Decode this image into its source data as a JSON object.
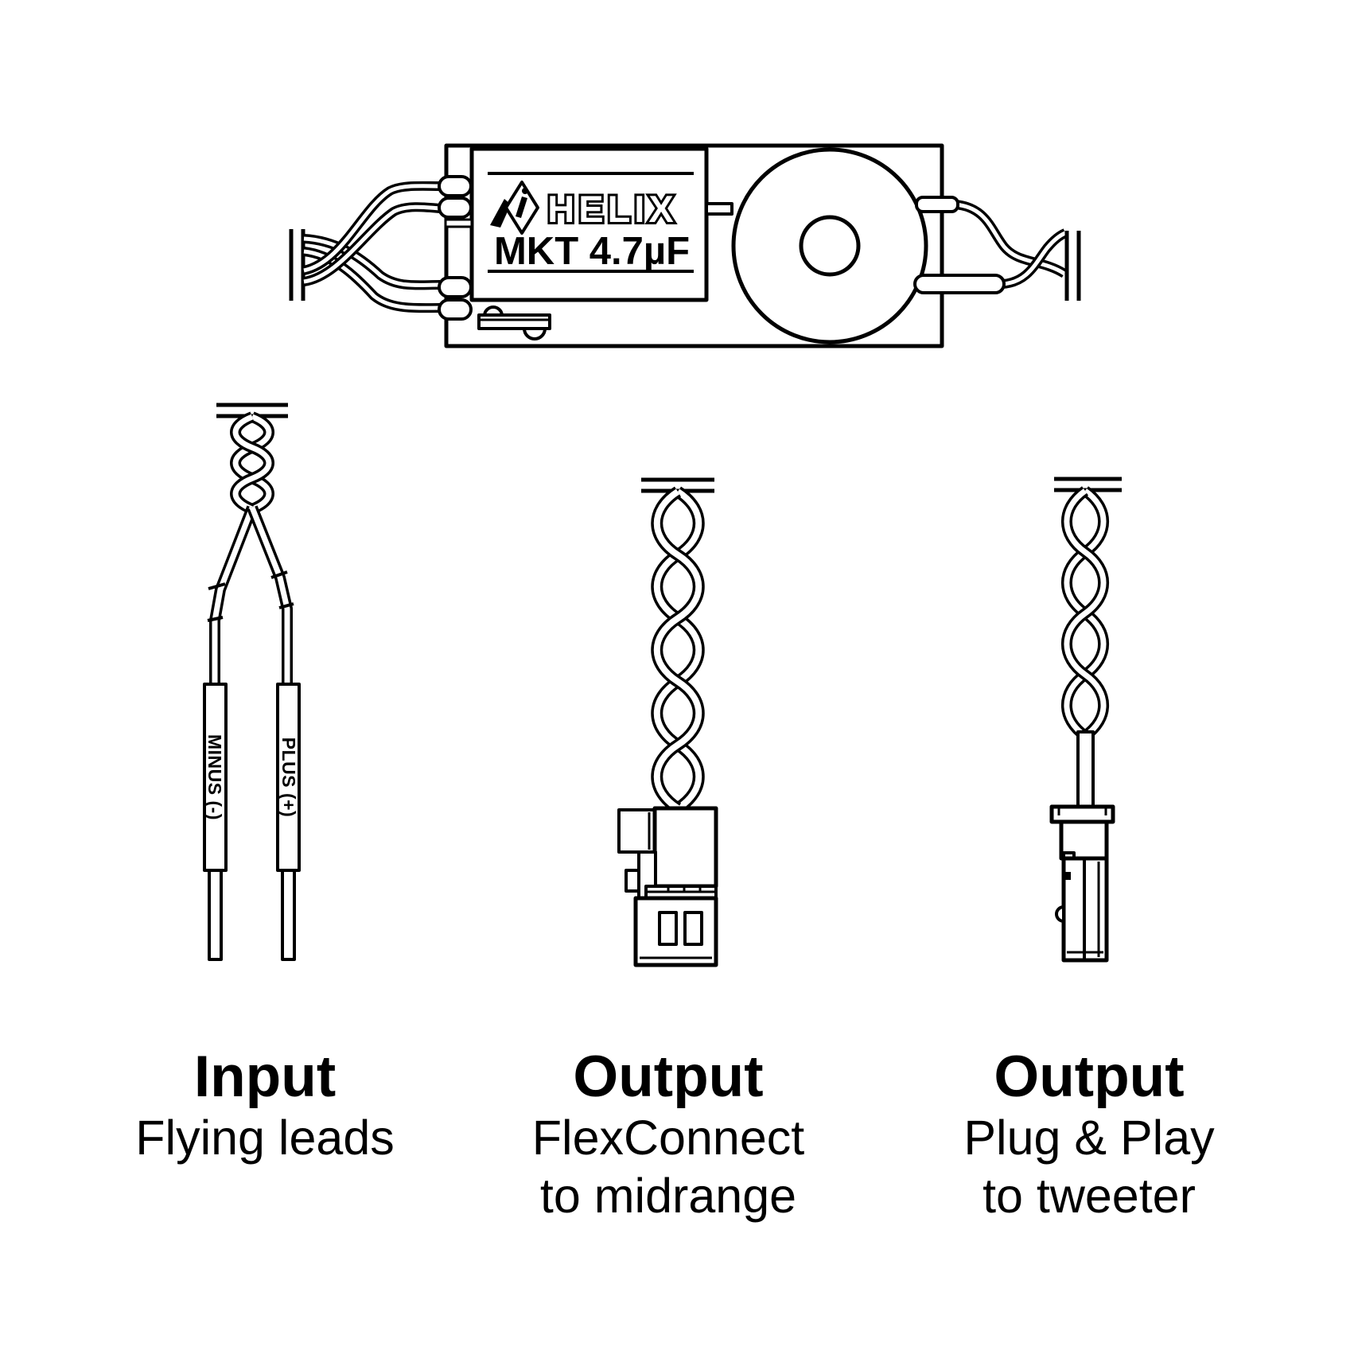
{
  "colors": {
    "background": "#ffffff",
    "ink": "#000000"
  },
  "device": {
    "brand": "HELIX",
    "capacitor_label": "MKT 4.7µF"
  },
  "input": {
    "title": "Input",
    "subtitle": "Flying leads",
    "minus_sleeve": "MINUS (-)",
    "plus_sleeve": "PLUS (+)"
  },
  "output_midrange": {
    "title": "Output",
    "subtitle_line1": "FlexConnect",
    "subtitle_line2": "to midrange"
  },
  "output_tweeter": {
    "title": "Output",
    "subtitle_line1": "Plug & Play",
    "subtitle_line2": "to tweeter"
  }
}
